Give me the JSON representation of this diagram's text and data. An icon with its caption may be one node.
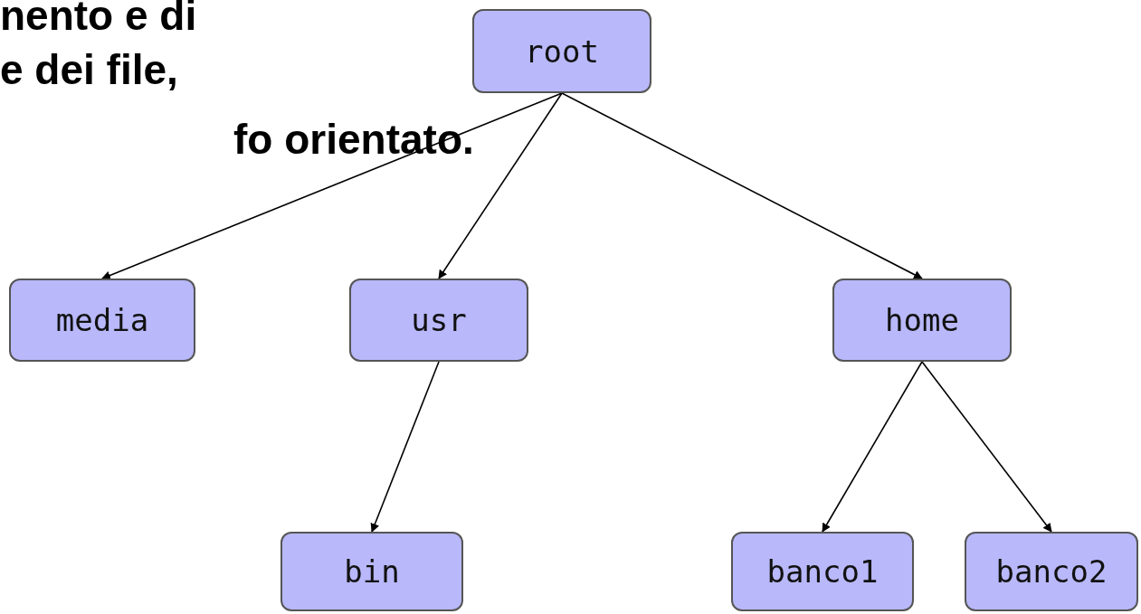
{
  "diagram": {
    "nodes": [
      {
        "text": [
          "root"
        ]
      },
      {
        "text": [
          "media"
        ]
      },
      {
        "text": [
          "usr"
        ]
      },
      {
        "text": [
          "home"
        ]
      },
      {
        "text": [
          "bin"
        ]
      },
      {
        "text": [
          "banco1"
        ]
      },
      {
        "text": [
          "banco2"
        ]
      }
    ],
    "edges": [
      {
        "from": 0,
        "to": 1,
        "arrow": "to"
      },
      {
        "from": 0,
        "to": 2,
        "arrow": "to"
      },
      {
        "from": 0,
        "to": 3,
        "arrow": "to"
      },
      {
        "from": 2,
        "to": 4,
        "arrow": "to"
      },
      {
        "from": 3,
        "to": 5,
        "arrow": "to"
      },
      {
        "from": 3,
        "to": 6,
        "arrow": "to"
      }
    ],
    "labels": [
      "nento e di",
      "e dei file,",
      "fo orientato."
    ]
  }
}
